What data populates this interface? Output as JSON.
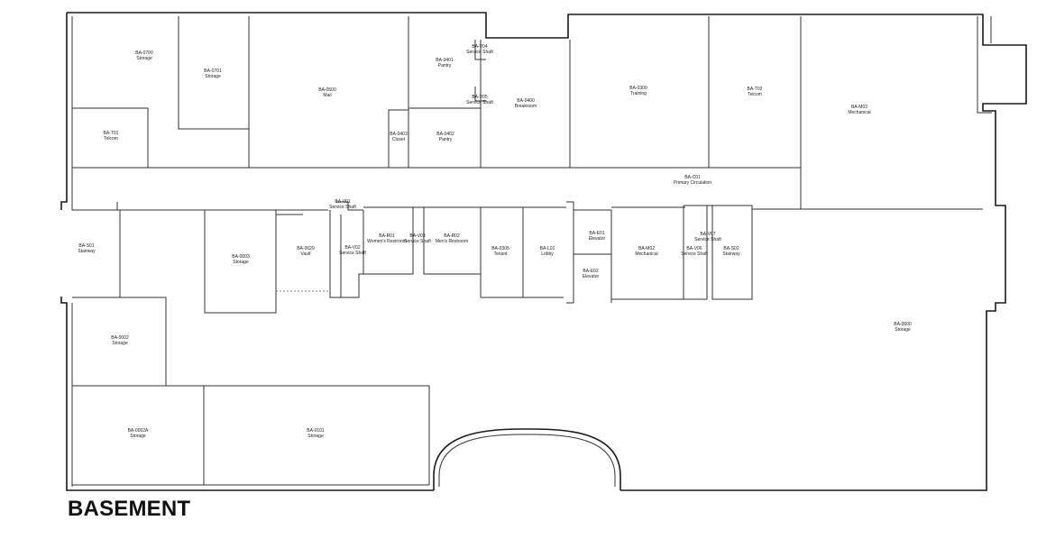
{
  "floor_title": "BASEMENT",
  "rooms": [
    {
      "id": "BA-0700",
      "name": "Storage"
    },
    {
      "id": "BA-0701",
      "name": "Storage"
    },
    {
      "id": "BA-0500",
      "name": "Mail"
    },
    {
      "id": "BA-0401",
      "name": "Pantry"
    },
    {
      "id": "BA-V04",
      "name": "Service Shaft"
    },
    {
      "id": "BA-V05",
      "name": "Service Shaft"
    },
    {
      "id": "BA-0400",
      "name": "Breakroom"
    },
    {
      "id": "BA-0300",
      "name": "Training"
    },
    {
      "id": "BA-T02",
      "name": "Telcom"
    },
    {
      "id": "BA-M03",
      "name": "Mechanical"
    },
    {
      "id": "BA-T01",
      "name": "Telcom"
    },
    {
      "id": "BA-0403",
      "name": "Closet"
    },
    {
      "id": "BA-0402",
      "name": "Pantry"
    },
    {
      "id": "BA-C01",
      "name": "Primary Circulation"
    },
    {
      "id": "BA-V01",
      "name": "Service Shaft"
    },
    {
      "id": "BA-S01",
      "name": "Stairway"
    },
    {
      "id": "BA-0003",
      "name": "Storage"
    },
    {
      "id": "BA-0020",
      "name": "Vault"
    },
    {
      "id": "BA-V02",
      "name": "Service Shaft"
    },
    {
      "id": "BA-R01",
      "name": "Women's Restroom"
    },
    {
      "id": "BA-V03",
      "name": "Service Shaft"
    },
    {
      "id": "BA-R02",
      "name": "Men's Restroom"
    },
    {
      "id": "BA-0305",
      "name": "Tenant"
    },
    {
      "id": "BA-L01",
      "name": "Lobby"
    },
    {
      "id": "BA-E01",
      "name": "Elevator"
    },
    {
      "id": "BA-E02",
      "name": "Elevator"
    },
    {
      "id": "BA-M02",
      "name": "Mechanical"
    },
    {
      "id": "BA-V07",
      "name": "Service Shaft"
    },
    {
      "id": "BA-V06",
      "name": "Service Shaft"
    },
    {
      "id": "BA-S02",
      "name": "Stairway"
    },
    {
      "id": "BA-0600",
      "name": "Storage"
    },
    {
      "id": "BA-0002",
      "name": "Storage"
    },
    {
      "id": "BA-0002A",
      "name": "Storage"
    },
    {
      "id": "BA-0101",
      "name": "Storage"
    }
  ]
}
